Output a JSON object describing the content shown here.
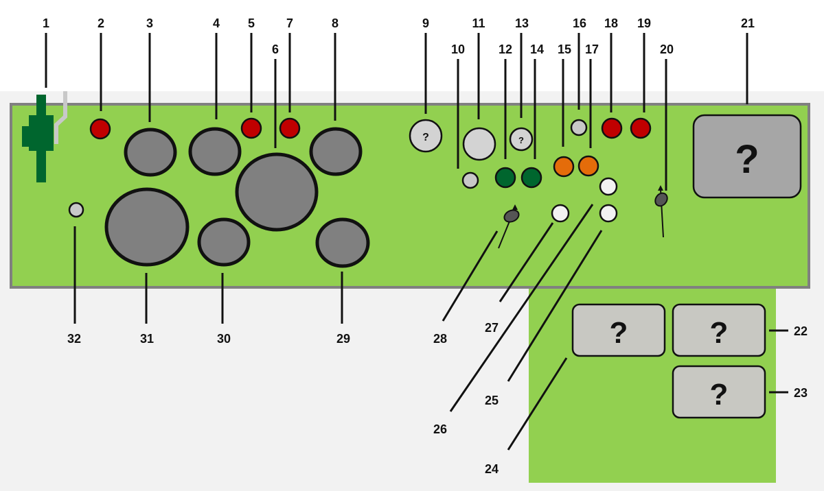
{
  "colors": {
    "background": "#f2f2f2",
    "panel_green": "#92d050",
    "panel_border": "#808080",
    "red_lamp": "#c00000",
    "green_lamp": "#00662e",
    "orange_lamp": "#e46c0a",
    "white_lamp": "#f2f2f2",
    "grey_lamp": "#c8c8c8",
    "dark_control": "#808080",
    "box_grey": "#a6a6a6",
    "box_light": "#c8c8c2"
  },
  "question_mark": "?",
  "callouts": {
    "c1": "1",
    "c2": "2",
    "c3": "3",
    "c4": "4",
    "c5": "5",
    "c6": "6",
    "c7": "7",
    "c8": "8",
    "c9": "9",
    "c10": "10",
    "c11": "11",
    "c12": "12",
    "c13": "13",
    "c14": "14",
    "c15": "15",
    "c16": "16",
    "c17": "17",
    "c18": "18",
    "c19": "19",
    "c20": "20",
    "c21": "21",
    "c22": "22",
    "c23": "23",
    "c24": "24",
    "c25": "25",
    "c26": "26",
    "c27": "27",
    "c28": "28",
    "c29": "29",
    "c30": "30",
    "c31": "31",
    "c32": "32"
  }
}
